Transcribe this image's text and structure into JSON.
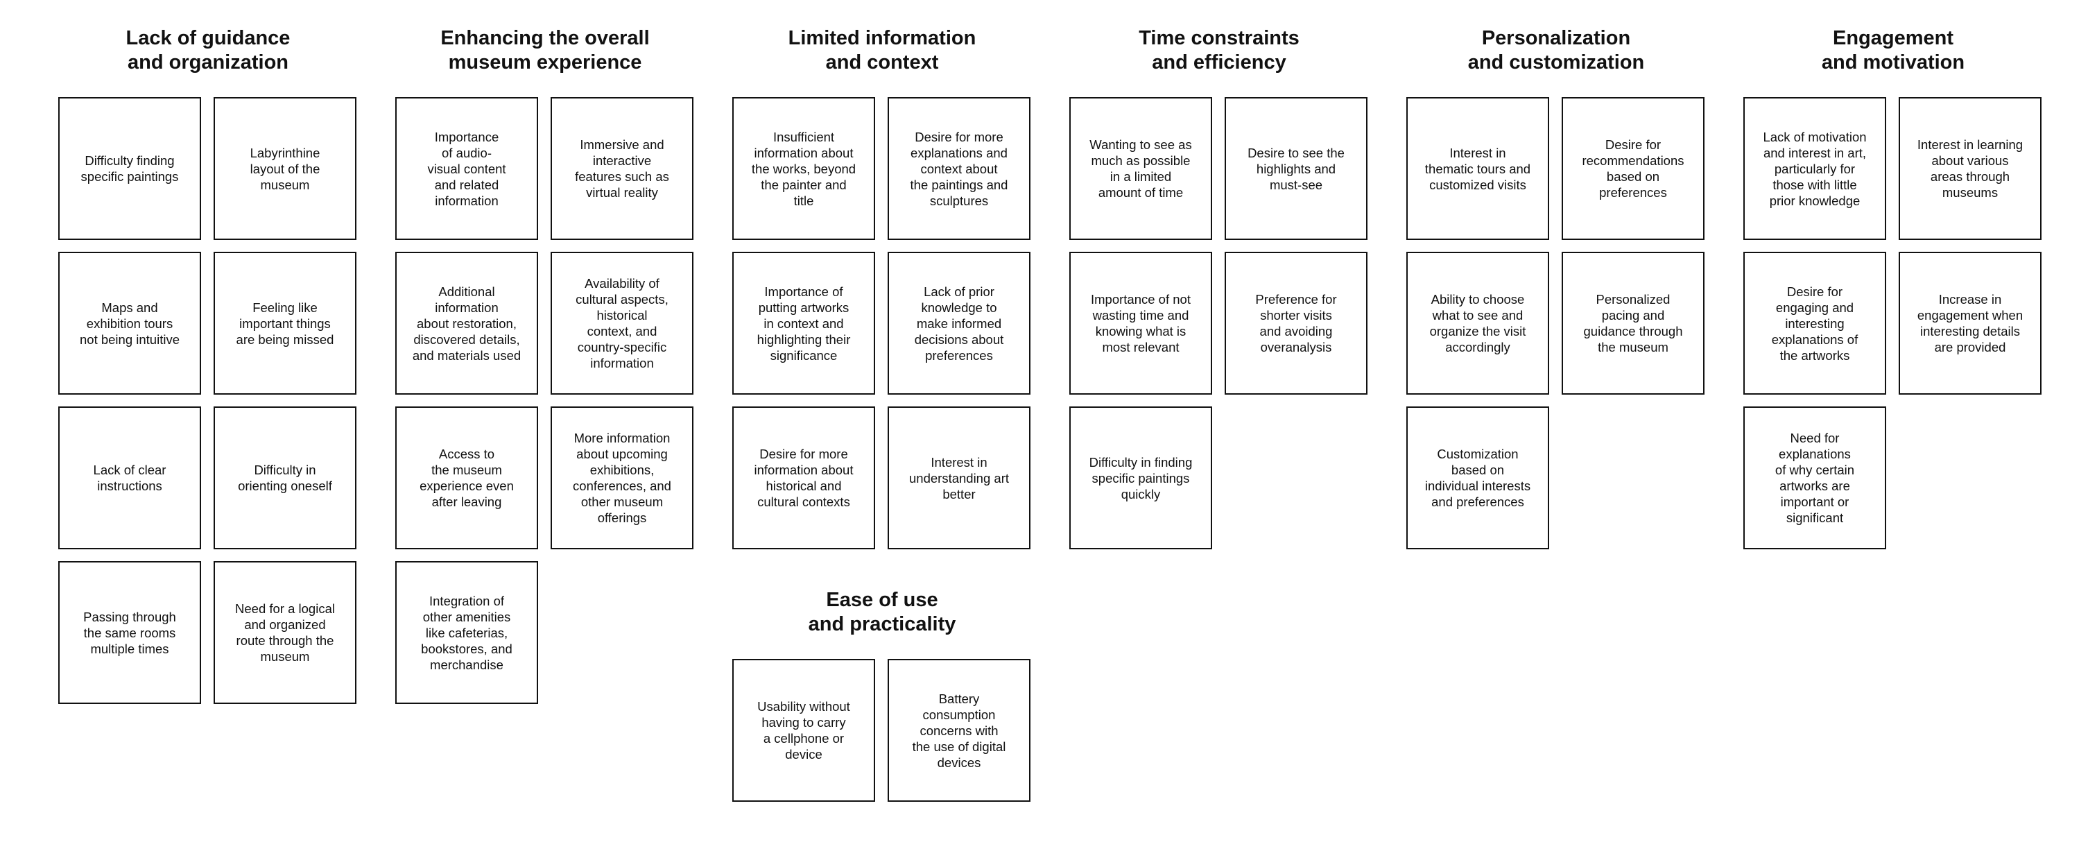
{
  "groups": [
    {
      "title": "Lack of guidance\nand organization",
      "cards": [
        "Difficulty finding\nspecific paintings",
        "Labyrinthine\nlayout of the\nmuseum",
        "Maps and\nexhibition tours\nnot being intuitive",
        "Feeling like\nimportant things\nare being missed",
        "Lack of clear\ninstructions",
        "Difficulty in\norienting oneself",
        "Passing through\nthe same rooms\nmultiple times",
        "Need for a logical\nand organized\nroute through the\nmuseum"
      ]
    },
    {
      "title": "Enhancing the overall\nmuseum experience",
      "cards": [
        "Importance\nof audio-\nvisual content\nand related\ninformation",
        "Immersive and\ninteractive\nfeatures such as\nvirtual reality",
        "Additional\ninformation\nabout restoration,\ndiscovered details,\nand materials used",
        "Availability of\ncultural aspects,\nhistorical\ncontext, and\ncountry-specific\ninformation",
        "Access to\nthe museum\nexperience even\nafter leaving",
        "More information\nabout upcoming\nexhibitions,\nconferences, and\nother museum\nofferings",
        "Integration of\nother amenities\nlike cafeterias,\nbookstores, and\nmerchandise"
      ]
    },
    {
      "title": "Limited information\nand context",
      "cards": [
        "Insufficient\ninformation about\nthe works, beyond\nthe painter and\ntitle",
        "Desire for more\nexplanations and\ncontext about\nthe paintings and\nsculptures",
        "Importance of\nputting artworks\nin context and\nhighlighting their\nsignificance",
        "Lack of prior\nknowledge to\nmake informed\ndecisions about\npreferences",
        "Desire for more\ninformation about\nhistorical and\ncultural contexts",
        "Interest in\nunderstanding art\nbetter"
      ]
    },
    {
      "title": "Time constraints\nand efficiency",
      "cards": [
        "Wanting to see as\nmuch as possible\nin a limited\namount of time",
        "Desire to see the\nhighlights and\nmust-see",
        "Importance of not\nwasting time and\nknowing what is\nmost relevant",
        "Preference for\nshorter visits\nand avoiding\noveranalysis",
        "Difficulty in finding\nspecific paintings\nquickly"
      ]
    },
    {
      "title": "Personalization\nand customization",
      "cards": [
        "Interest in\nthematic tours and\ncustomized visits",
        "Desire for\nrecommendations\nbased on\npreferences",
        "Ability to choose\nwhat to see and\norganize the visit\naccordingly",
        "Personalized\npacing and\nguidance through\nthe museum",
        "Customization\nbased on\nindividual interests\nand preferences"
      ]
    },
    {
      "title": "Engagement\nand motivation",
      "cards": [
        "Lack of motivation\nand interest in art,\nparticularly for\nthose with little\nprior knowledge",
        "Interest in learning\nabout various\nareas through\nmuseums",
        "Desire for\nengaging and\ninteresting\nexplanations of\nthe artworks",
        "Increase in\nengagement when\ninteresting details\nare provided",
        "Need for\nexplanations\nof why certain\nartworks are\nimportant or\nsignificant"
      ]
    },
    {
      "title": "Ease of use\nand practicality",
      "cards": [
        "Usability without\nhaving to carry\na cellphone or\ndevice",
        "Battery\nconsumption\nconcerns with\nthe use of digital\ndevices"
      ]
    }
  ]
}
